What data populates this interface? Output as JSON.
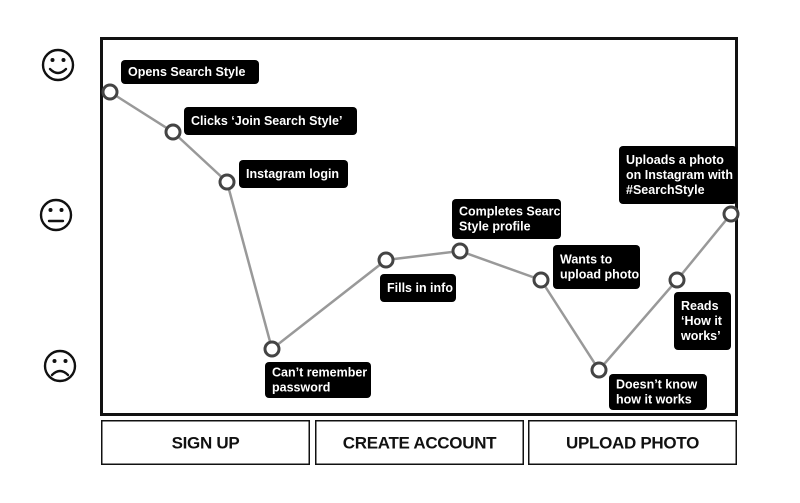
{
  "faces": [
    {
      "name": "happy-face-icon",
      "glyph": "☺"
    },
    {
      "name": "neutral-face-icon",
      "glyph": "😐"
    },
    {
      "name": "sad-face-icon",
      "glyph": "☹"
    }
  ],
  "stages": [
    "SIGN UP",
    "CREATE ACCOUNT",
    "UPLOAD PHOTO"
  ],
  "steps": [
    {
      "label": [
        "Opens Search Style"
      ]
    },
    {
      "label": [
        "Clicks ‘Join Search Style’"
      ]
    },
    {
      "label": [
        "Instagram login"
      ]
    },
    {
      "label": [
        "Can’t remember",
        "password"
      ]
    },
    {
      "label": [
        "Fills in info"
      ]
    },
    {
      "label": [
        "Completes Search",
        "Style profile"
      ]
    },
    {
      "label": [
        "Wants to",
        "upload photo"
      ]
    },
    {
      "label": [
        "Doesn’t know",
        "how it works"
      ]
    },
    {
      "label": [
        "Reads",
        "‘How it",
        "works’"
      ]
    },
    {
      "label": [
        "Uploads a photo",
        "on Instagram with",
        "#SearchStyle"
      ]
    }
  ],
  "colors": {
    "line": "#999999",
    "frame": "#111111",
    "label_bg": "#000000",
    "label_text": "#ffffff"
  }
}
